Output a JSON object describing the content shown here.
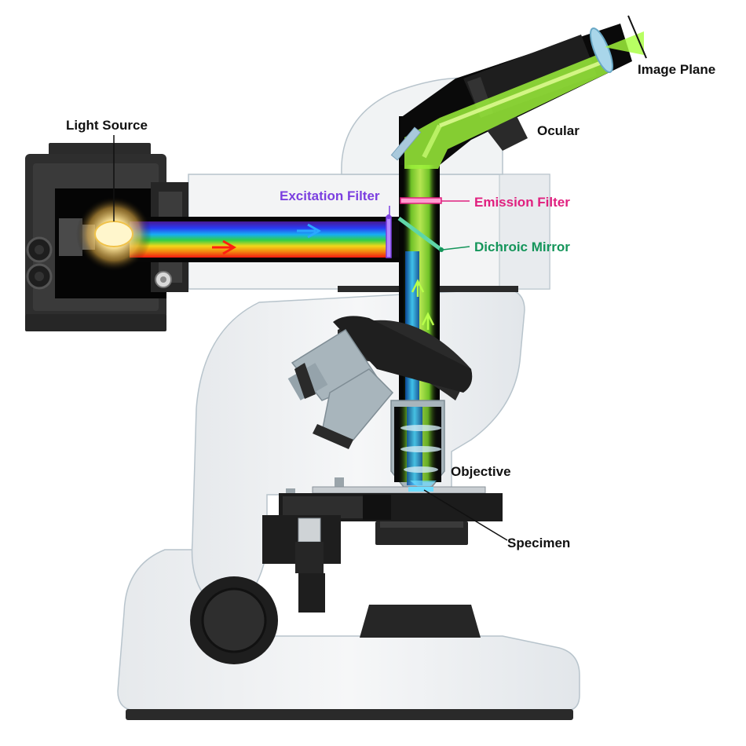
{
  "labels": {
    "light_source": "Light Source",
    "image_plane": "Image Plane",
    "ocular": "Ocular",
    "excitation_filter": "Excitation Filter",
    "emission_filter": "Emission Filter",
    "dichroic_mirror": "Dichroic Mirror",
    "objective": "Objective",
    "specimen": "Specimen"
  },
  "colors": {
    "black_label": "#111111",
    "excitation": "#7b3fe0",
    "emission": "#e0207f",
    "dichroic": "#14955a",
    "body": "#eef0f2",
    "body_edge": "#b8c4cc",
    "dark": "#1d1d1d",
    "emitted_light": "#8cf03c",
    "excitation_light": "#2aa8ff"
  }
}
